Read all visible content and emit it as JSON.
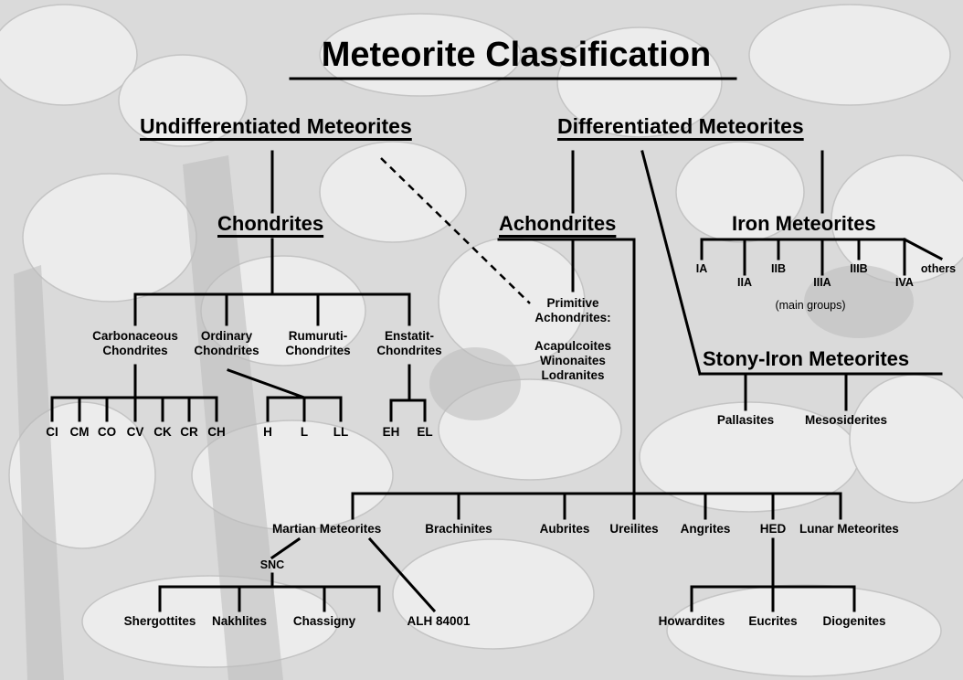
{
  "title": "Meteorite   Classification",
  "headings": {
    "undifferentiated": "Undifferentiated Meteorites",
    "differentiated": "Differentiated Meteorites",
    "chondrites": "Chondrites",
    "achondrites": "Achondrites",
    "iron": "Iron Meteorites",
    "stony_iron": "Stony-Iron Meteorites"
  },
  "chondrite_groups": {
    "carbonaceous": [
      "Carbonaceous",
      "Chondrites"
    ],
    "ordinary": [
      "Ordinary",
      "Chondrites"
    ],
    "rumuruti": [
      "Rumuruti-",
      "Chondrites"
    ],
    "enstatit": [
      "Enstatit-",
      "Chondrites"
    ]
  },
  "carbonaceous_classes": [
    "CI",
    "CM",
    "CO",
    "CV",
    "CK",
    "CR",
    "CH"
  ],
  "ordinary_classes": [
    "H",
    "L",
    "LL"
  ],
  "enstatite_classes": [
    "EH",
    "EL"
  ],
  "primitive_achondrites": {
    "heading": [
      "Primitive",
      "Achondrites:"
    ],
    "members": [
      "Acapulcoites",
      "Winonaites",
      "Lodranites"
    ]
  },
  "iron_groups": [
    "IA",
    "IIA",
    "IIB",
    "IIIA",
    "IIIB",
    "IVA",
    "others"
  ],
  "iron_note": "(main groups)",
  "stony_iron_groups": [
    "Pallasites",
    "Mesosiderites"
  ],
  "achondrite_groups": [
    "Martian Meteorites",
    "Brachinites",
    "Aubrites",
    "Ureilites",
    "Angrites",
    "HED",
    "Lunar Meteorites"
  ],
  "snc": "SNC",
  "martian_subgroups": [
    "Shergottites",
    "Nakhlites",
    "Chassigny"
  ],
  "alh": "ALH 84001",
  "hed_subgroups": [
    "Howardites",
    "Eucrites",
    "Diogenites"
  ]
}
